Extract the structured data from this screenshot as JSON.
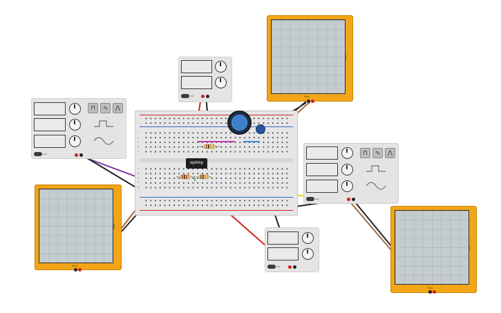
{
  "colors": {
    "osc_frame": "#f2a516",
    "wire_red": "#d11f1f",
    "wire_black": "#222222",
    "wire_purple": "#7c3aa2",
    "wire_yellow": "#e8d020",
    "wire_brown": "#a36a3a",
    "wire_green": "#3aa24a",
    "wire_blue": "#3a8bd6",
    "wire_magenta": "#c03aa8"
  },
  "power_supplies": [
    {
      "id": "psu-top",
      "power_label": "OFF"
    },
    {
      "id": "psu-bottom",
      "power_label": "OFF"
    }
  ],
  "function_generators": [
    {
      "id": "fgen-left",
      "power_label": "OFF",
      "waveform_buttons": [
        "square-wave-icon",
        "sine-wave-icon",
        "triangle-wave-icon"
      ]
    },
    {
      "id": "fgen-right",
      "power_label": "OFF",
      "waveform_buttons": [
        "square-wave-icon",
        "sine-wave-icon",
        "triangle-wave-icon"
      ]
    }
  ],
  "oscilloscopes": [
    {
      "id": "osc-top",
      "x_label": "Time",
      "y_label": "Volts"
    },
    {
      "id": "osc-left",
      "x_label": "Time",
      "y_label": "Volts"
    },
    {
      "id": "osc-right",
      "x_label": "Time",
      "y_label": "Volts"
    }
  ],
  "breadboard": {
    "row_labels_top": [
      "j",
      "i",
      "h",
      "g",
      "f"
    ],
    "row_labels_bottom": [
      "e",
      "d",
      "c",
      "b",
      "a"
    ]
  },
  "components": {
    "opamp_label": "opAmp"
  }
}
